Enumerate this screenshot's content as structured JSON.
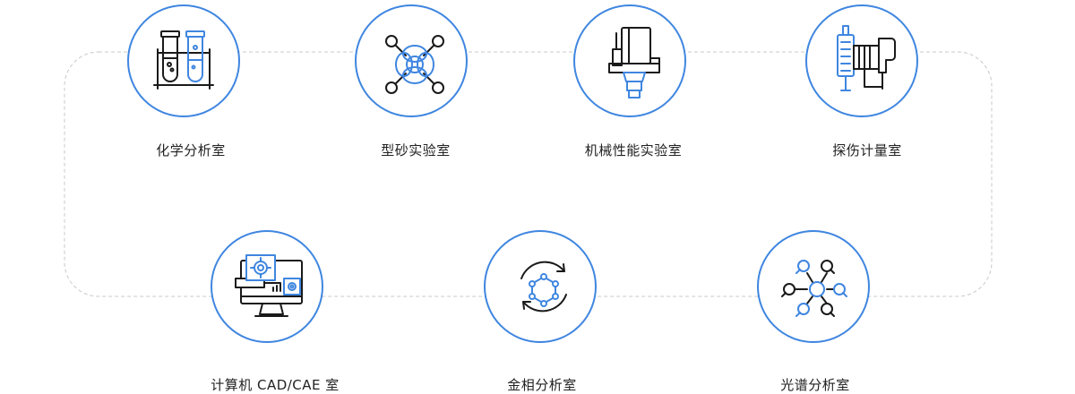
{
  "colors": {
    "accent": "#3f86e0",
    "ink": "#1a1a1a",
    "dash": "#c8c8c8",
    "label": "#222222"
  },
  "labs": [
    {
      "id": "chemistry",
      "label": "化学分析室",
      "icon": "test-tubes-icon"
    },
    {
      "id": "sand",
      "label": "型砂实验室",
      "icon": "molecule-icon"
    },
    {
      "id": "mechanical",
      "label": "机械性能实验室",
      "icon": "testing-machine-icon"
    },
    {
      "id": "flaw",
      "label": "探伤计量室",
      "icon": "flaw-detector-icon"
    },
    {
      "id": "computer",
      "label": "计算机 CAD/CAE 室",
      "icon": "computer-gear-icon"
    },
    {
      "id": "metallographic",
      "label": "金相分析室",
      "icon": "cycle-icon"
    },
    {
      "id": "spectrum",
      "label": "光谱分析室",
      "icon": "spectrum-network-icon"
    }
  ]
}
